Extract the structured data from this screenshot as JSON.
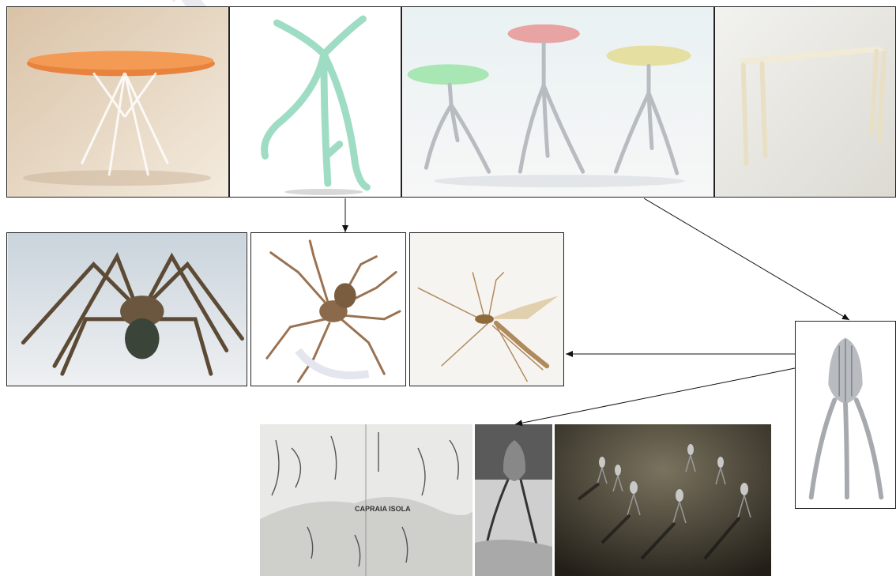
{
  "watermark": "Arch",
  "top_row": [
    {
      "id": "table-orange",
      "subject": "round orange table with clear acrylic legs"
    },
    {
      "id": "chair-branch",
      "subject": "mint green branch-legged chair"
    },
    {
      "id": "stools-three",
      "subject": "three colored stools on chrome tripod legs"
    },
    {
      "id": "console-cream",
      "subject": "cream console table"
    }
  ],
  "middle_row": [
    {
      "id": "spider-large",
      "subject": "spider close-up"
    },
    {
      "id": "spider-house",
      "subject": "house spider"
    },
    {
      "id": "crane-fly",
      "subject": "crane fly"
    }
  ],
  "right_item": {
    "id": "juicer",
    "subject": "chrome lemon squeezer"
  },
  "bottom_row": [
    {
      "id": "sketches",
      "subject": "pencil design sketches",
      "caption": "CAPRAIA ISOLA"
    },
    {
      "id": "martian-tripod",
      "subject": "engraving of tripod machine"
    },
    {
      "id": "juicer-group",
      "subject": "many lemon squeezers with shadows"
    }
  ],
  "colors": {
    "orange": "#e8833e",
    "mint": "#9fdcc4",
    "pink": "#e8a3a3",
    "green": "#a8e6b4",
    "yellow": "#e6dfa2",
    "cream": "#f1ead6",
    "chrome": "#b8bcc0"
  }
}
